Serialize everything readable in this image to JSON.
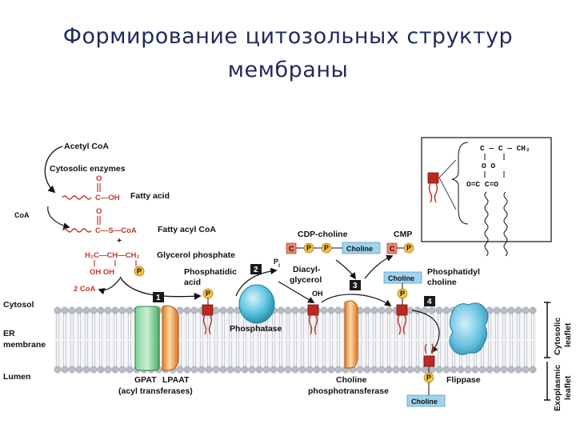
{
  "title": {
    "line1": "Формирование цитозольных  структур",
    "line2": "мембраны"
  },
  "pathway": {
    "acetyl_coa": "Acetyl CoA",
    "cytosolic_enzymes": "Cytosolic enzymes",
    "coa": "CoA",
    "fatty_acid": "Fatty acid",
    "fatty_acyl_coa": "Fatty acyl CoA",
    "glycerol_phosphate": "Glycerol phosphate",
    "two_coa": "2 CoA",
    "phosphatidic_acid_1": "Phosphatidic",
    "phosphatidic_acid_2": "acid",
    "pi": "P",
    "pi_sub": "i",
    "diacylglycerol_1": "Diacyl-",
    "diacylglycerol_2": "glycerol",
    "oh": "OH",
    "cdp_choline": "CDP-choline",
    "cmp": "CMP",
    "choline": "Choline",
    "phosphatidylcholine_1": "Phosphatidyl",
    "phosphatidylcholine_2": "choline",
    "c_letter": "C",
    "p_letter": "P"
  },
  "chemistry": {
    "fa_cooh": "C—OH",
    "fa_o": "O",
    "acyl_s": "C—S—CoA",
    "plus": "+",
    "gly_top": "H₂C—CH—CH₂",
    "gly_oh": "OH  OH"
  },
  "steps": [
    "1",
    "2",
    "3",
    "4"
  ],
  "enzymes": {
    "gpat": "GPAT",
    "lpaat": "LPAAT",
    "acyl_transferases": "(acyl transferases)",
    "phosphatase": "Phosphatase",
    "choline_pt_1": "Choline",
    "choline_pt_2": "phosphotransferase",
    "flippase": "Flippase"
  },
  "regions": {
    "cytosol": "Cytosol",
    "er_1": "ER",
    "er_2": "membrane",
    "lumen": "Lumen",
    "cytosolic_leaflet_1": "Cytosolic",
    "cytosolic_leaflet_2": "leaflet",
    "exoplasmic_leaflet_1": "Exoplasmic",
    "exoplasmic_leaflet_2": "leaflet"
  },
  "inset": {
    "row1": "C — C — CH₂",
    "row2": "O    O",
    "row3": "O=C   C=O"
  },
  "colors": {
    "membrane_head": "#b8bcc4",
    "membrane_line": "#c9ccd2",
    "choline_box": "#9fd3ee",
    "p_circle": "#f6c23e",
    "c_box": "#f2826b",
    "step_box": "#1a1a1a",
    "gpat": "#5cc07a",
    "lpaat": "#f08c2e",
    "phosphatase": "#4fb8d8",
    "flippase": "#5cb8d8",
    "title": "#1e2b5c"
  }
}
